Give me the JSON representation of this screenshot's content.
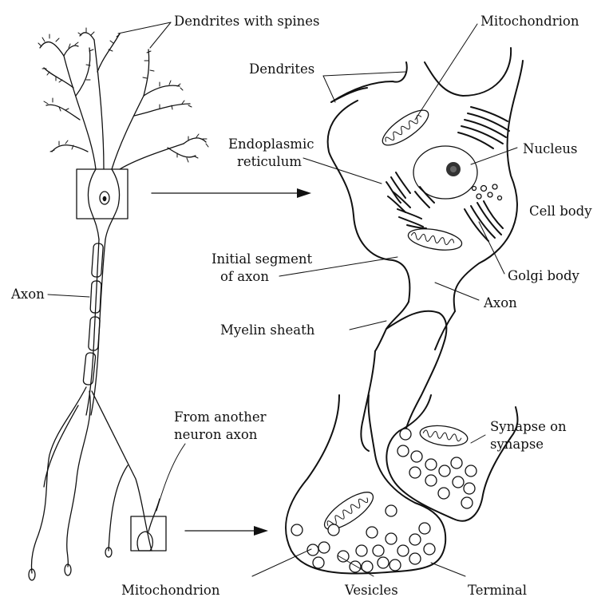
{
  "labels": {
    "dendrites_with_spines": "Dendrites with spines",
    "axon_left": "Axon",
    "mitochondrion_top": "Mitochondrion",
    "dendrites": "Dendrites",
    "endoplasmic_1": "Endoplasmic",
    "endoplasmic_2": "reticulum",
    "nucleus": "Nucleus",
    "cell_body": "Cell body",
    "initial_segment_1": "Initial segment",
    "initial_segment_2": "of axon",
    "golgi_body": "Golgi body",
    "axon_right": "Axon",
    "myelin_sheath": "Myelin sheath",
    "from_another_1": "From another",
    "from_another_2": "neuron axon",
    "synapse_on_1": "Synapse on",
    "synapse_on_2": "synapse",
    "mitochondrion_bottom": "Mitochondrion",
    "vesicles": "Vesicles",
    "terminal": "Terminal"
  }
}
